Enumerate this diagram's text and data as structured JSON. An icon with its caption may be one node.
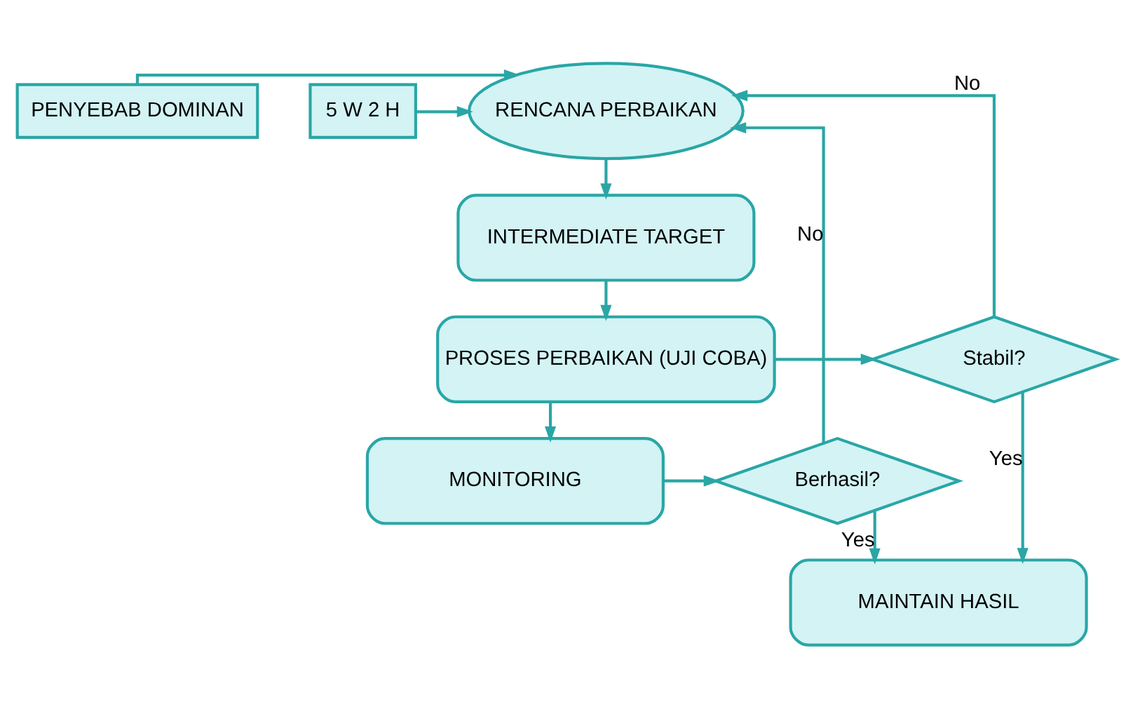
{
  "diagram": {
    "nodes": [
      {
        "text": [
          "PENYEBAB DOMINAN"
        ]
      },
      {
        "text": [
          "RENCANA PERBAIKAN"
        ]
      },
      {
        "text": [
          "5 W 2 H"
        ]
      },
      {
        "text": [
          "INTERMEDIATE TARGET"
        ]
      },
      {
        "text": [
          "PROSES PERBAIKAN (UJI COBA)"
        ]
      },
      {
        "text": [
          "Stabil?"
        ]
      },
      {
        "text": [
          "MONITORING"
        ]
      },
      {
        "text": [
          "Berhasil?"
        ]
      },
      {
        "text": [
          "MAINTAIN HASIL"
        ]
      }
    ],
    "edges": [
      {
        "from": 0,
        "to": 1,
        "arrow": "to"
      },
      {
        "from": 2,
        "to": 1,
        "arrow": "to"
      },
      {
        "from": 1,
        "to": 3,
        "arrow": "to"
      },
      {
        "from": 3,
        "to": 4,
        "arrow": "to"
      },
      {
        "from": 4,
        "to": 5,
        "arrow": "to"
      },
      {
        "from": 4,
        "to": 6,
        "arrow": "to"
      },
      {
        "from": 6,
        "to": 7,
        "arrow": "to"
      },
      {
        "from": 7,
        "to": 1,
        "arrow": "to",
        "label": "No"
      },
      {
        "from": 5,
        "to": 1,
        "arrow": "to",
        "label": "No"
      },
      {
        "from": 7,
        "to": 8,
        "arrow": "to",
        "label": "Yes"
      },
      {
        "from": 5,
        "to": 8,
        "arrow": "to",
        "label": "Yes"
      }
    ]
  }
}
